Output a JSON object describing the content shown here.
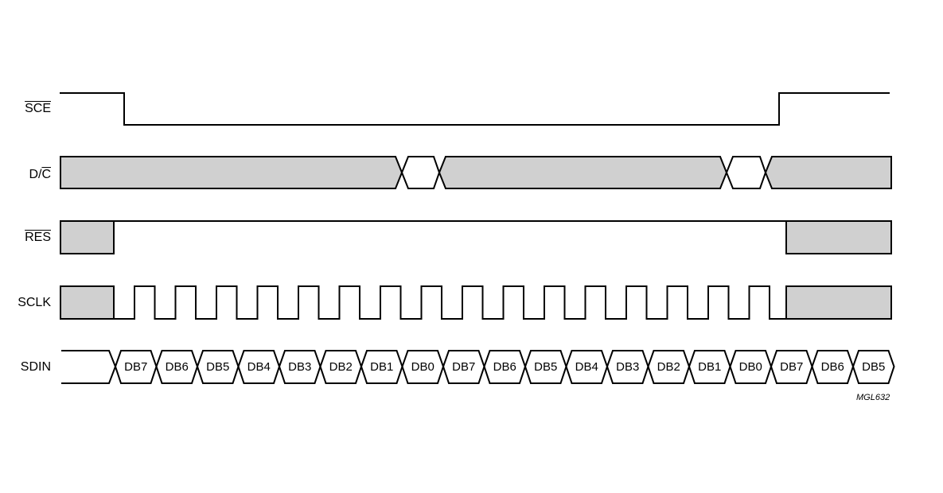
{
  "signals": {
    "sce": "SCE",
    "dc_prefix": "D/",
    "dc_bar": "C",
    "res": "RES",
    "sclk": "SCLK",
    "sdin": "SDIN"
  },
  "sdin_bits": [
    "DB7",
    "DB6",
    "DB5",
    "DB4",
    "DB3",
    "DB2",
    "DB1",
    "DB0",
    "DB7",
    "DB6",
    "DB5",
    "DB4",
    "DB3",
    "DB2",
    "DB1",
    "DB0",
    "DB7",
    "DB6",
    "DB5"
  ],
  "reference": "MGL632"
}
